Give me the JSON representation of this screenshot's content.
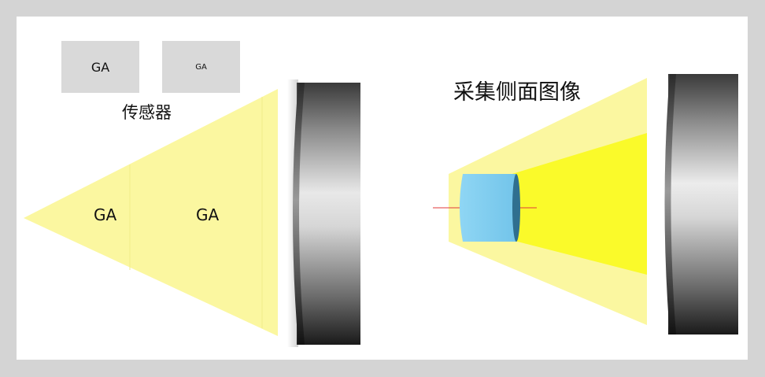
{
  "left_panel": {
    "box1_label": "GA",
    "box2_label": "GA",
    "sensor_label": "传感器",
    "cone_label_1": "GA",
    "cone_label_2": "GA"
  },
  "right_panel": {
    "title": "采集侧面图像"
  },
  "colors": {
    "page_border": "#d4d4d4",
    "cone_light_yellow": "#fbf7a0",
    "cone_bright_yellow": "#fafa2a",
    "camera_blue": "#7ecdf0",
    "camera_dark_blue": "#2f6f8f",
    "axis_red": "#e03a3a"
  }
}
